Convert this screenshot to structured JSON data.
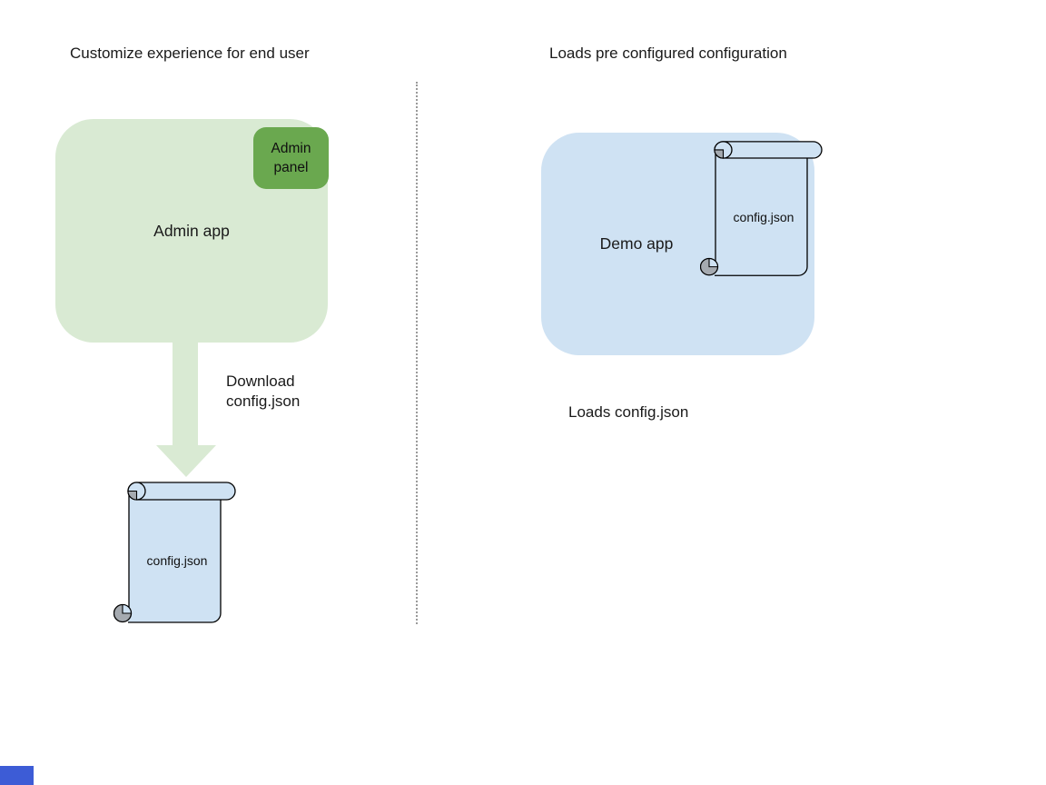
{
  "left_section": {
    "title": "Customize experience for end user",
    "app_label": "Admin app",
    "panel_line1": "Admin",
    "panel_line2": "panel",
    "arrow_caption_line1": "Download",
    "arrow_caption_line2": "config.json",
    "file_label": "config.json"
  },
  "right_section": {
    "title": "Loads pre configured configuration",
    "app_label": "Demo app",
    "file_label": "config.json",
    "caption": "Loads config.json"
  },
  "colors": {
    "admin_app_fill": "#d9ead3",
    "admin_panel_fill": "#6aa84f",
    "arrow_fill": "#d9ead3",
    "app_blue_fill": "#cfe2f3",
    "scroll_fill": "#cfe2f3",
    "scroll_curl_gray": "#a5aab0",
    "outline_black": "#000000",
    "divider_gray": "#9a9a9a",
    "corner_mark_blue": "#3d5cd6",
    "text_black": "#1a1a1a"
  }
}
